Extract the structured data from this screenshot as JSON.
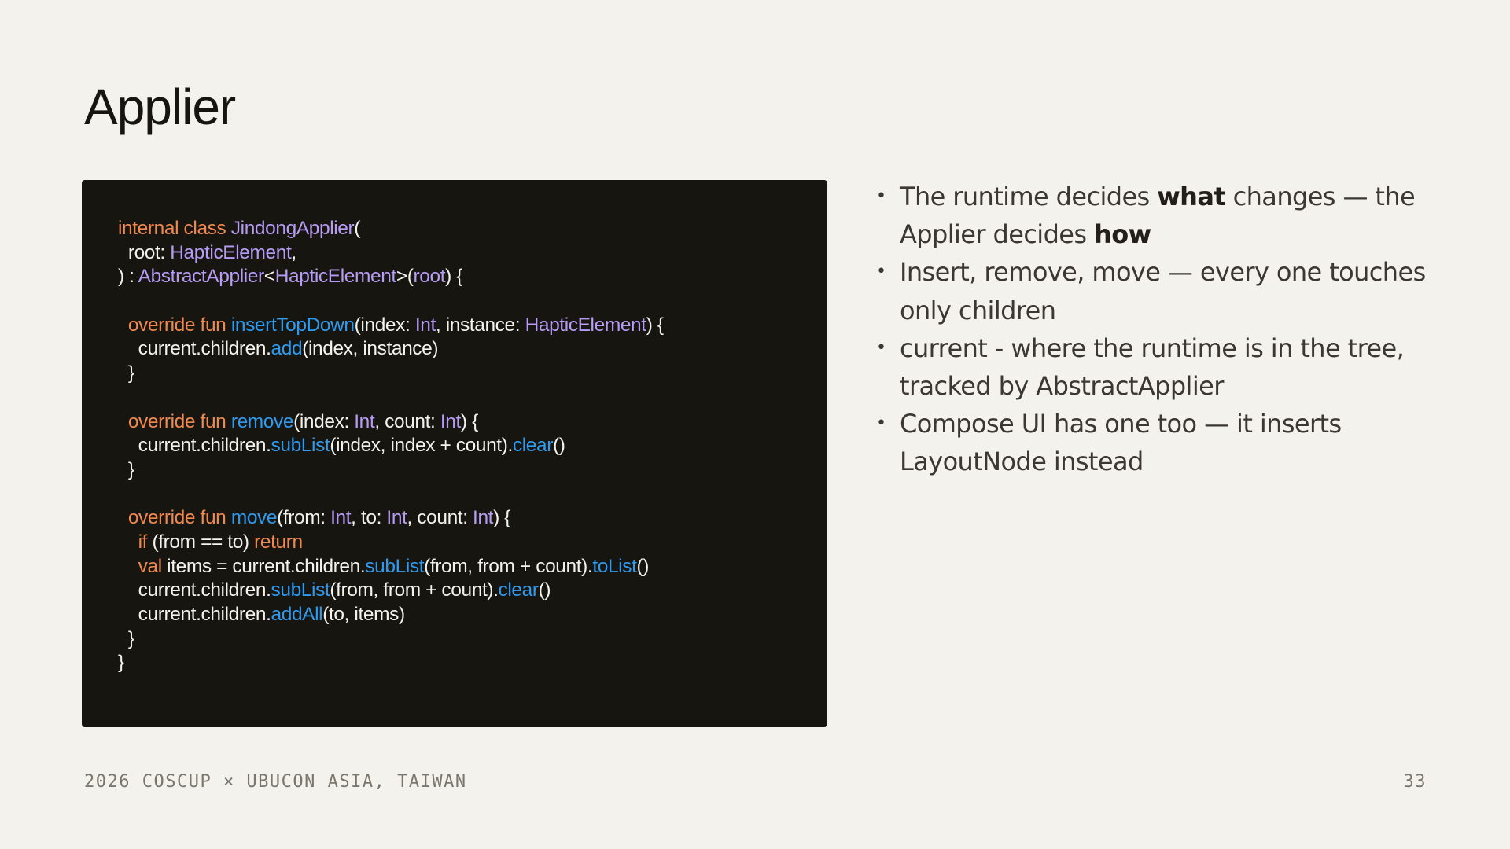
{
  "slide": {
    "title": "Applier",
    "footer_left": "2026 COSCUP × UBUCON ASIA, TAIWAN",
    "page_number": "33"
  },
  "colors": {
    "background": "#f4f2ec",
    "code_background": "#171510",
    "keyword": "#f0894f",
    "type": "#b79cf5",
    "function": "#2f9bf0",
    "plain": "#f4f2ec"
  },
  "code": {
    "lines": [
      [
        {
          "t": "internal class ",
          "c": "kw"
        },
        {
          "t": "JindongApplier",
          "c": "type"
        },
        {
          "t": "(",
          "c": "plain"
        }
      ],
      [
        {
          "t": "  root: ",
          "c": "plain"
        },
        {
          "t": "HapticElement",
          "c": "type"
        },
        {
          "t": ",",
          "c": "plain"
        }
      ],
      [
        {
          "t": ") : ",
          "c": "plain"
        },
        {
          "t": "AbstractApplier",
          "c": "type"
        },
        {
          "t": "<",
          "c": "plain"
        },
        {
          "t": "HapticElement",
          "c": "type"
        },
        {
          "t": ">(",
          "c": "plain"
        },
        {
          "t": "root",
          "c": "type"
        },
        {
          "t": ") {",
          "c": "plain"
        }
      ],
      [],
      [
        {
          "t": "  override fun ",
          "c": "kw"
        },
        {
          "t": "insertTopDown",
          "c": "fn"
        },
        {
          "t": "(index: ",
          "c": "plain"
        },
        {
          "t": "Int",
          "c": "type"
        },
        {
          "t": ", instance: ",
          "c": "plain"
        },
        {
          "t": "HapticElement",
          "c": "type"
        },
        {
          "t": ") {",
          "c": "plain"
        }
      ],
      [
        {
          "t": "    current.children.",
          "c": "plain"
        },
        {
          "t": "add",
          "c": "fn"
        },
        {
          "t": "(index, instance)",
          "c": "plain"
        }
      ],
      [
        {
          "t": "  }",
          "c": "plain"
        }
      ],
      [],
      [
        {
          "t": "  override fun ",
          "c": "kw"
        },
        {
          "t": "remove",
          "c": "fn"
        },
        {
          "t": "(index: ",
          "c": "plain"
        },
        {
          "t": "Int",
          "c": "type"
        },
        {
          "t": ", count: ",
          "c": "plain"
        },
        {
          "t": "Int",
          "c": "type"
        },
        {
          "t": ") {",
          "c": "plain"
        }
      ],
      [
        {
          "t": "    current.children.",
          "c": "plain"
        },
        {
          "t": "subList",
          "c": "fn"
        },
        {
          "t": "(index, index + count).",
          "c": "plain"
        },
        {
          "t": "clear",
          "c": "fn"
        },
        {
          "t": "()",
          "c": "plain"
        }
      ],
      [
        {
          "t": "  }",
          "c": "plain"
        }
      ],
      [],
      [
        {
          "t": "  override fun ",
          "c": "kw"
        },
        {
          "t": "move",
          "c": "fn"
        },
        {
          "t": "(from: ",
          "c": "plain"
        },
        {
          "t": "Int",
          "c": "type"
        },
        {
          "t": ", to: ",
          "c": "plain"
        },
        {
          "t": "Int",
          "c": "type"
        },
        {
          "t": ", count: ",
          "c": "plain"
        },
        {
          "t": "Int",
          "c": "type"
        },
        {
          "t": ") {",
          "c": "plain"
        }
      ],
      [
        {
          "t": "    ",
          "c": "plain"
        },
        {
          "t": "if",
          "c": "kw"
        },
        {
          "t": " (from == to) ",
          "c": "plain"
        },
        {
          "t": "return",
          "c": "kw"
        }
      ],
      [
        {
          "t": "    ",
          "c": "plain"
        },
        {
          "t": "val",
          "c": "kw"
        },
        {
          "t": " items = current.children.",
          "c": "plain"
        },
        {
          "t": "subList",
          "c": "fn"
        },
        {
          "t": "(from, from + count).",
          "c": "plain"
        },
        {
          "t": "toList",
          "c": "fn"
        },
        {
          "t": "()",
          "c": "plain"
        }
      ],
      [
        {
          "t": "    current.children.",
          "c": "plain"
        },
        {
          "t": "subList",
          "c": "fn"
        },
        {
          "t": "(from, from + count).",
          "c": "plain"
        },
        {
          "t": "clear",
          "c": "fn"
        },
        {
          "t": "()",
          "c": "plain"
        }
      ],
      [
        {
          "t": "    current.children.",
          "c": "plain"
        },
        {
          "t": "addAll",
          "c": "fn"
        },
        {
          "t": "(to, items)",
          "c": "plain"
        }
      ],
      [
        {
          "t": "  }",
          "c": "plain"
        }
      ],
      [
        {
          "t": "}",
          "c": "plain"
        }
      ]
    ]
  },
  "bullets": [
    [
      {
        "t": "The runtime decides "
      },
      {
        "t": "what",
        "b": true
      },
      {
        "t": " changes — the Applier decides "
      },
      {
        "t": "how",
        "b": true
      }
    ],
    [
      {
        "t": "Insert, remove, move — every one touches only children"
      }
    ],
    [
      {
        "t": "current - where the runtime is in the tree, tracked by AbstractApplier"
      }
    ],
    [
      {
        "t": "Compose UI has one too — it inserts LayoutNode instead"
      }
    ]
  ]
}
